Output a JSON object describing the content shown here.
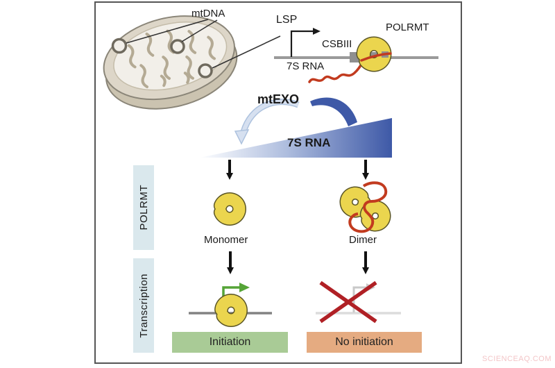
{
  "figure": {
    "mtdna_label": "mtDNA",
    "promoter": {
      "lsp": "LSP",
      "csbiii": "CSBIII",
      "polrmt": "POLRMT",
      "rna_7s": "7S RNA"
    },
    "gradient": {
      "mtexo": "mtEXO",
      "rna_7s": "7S RNA"
    },
    "states": {
      "monomer": "Monomer",
      "dimer": "Dimer"
    },
    "rows": {
      "polrmt": "POLRMT",
      "transcription": "Transcription"
    },
    "outcomes": {
      "initiation": "Initiation",
      "no_initiation": "No initiation"
    },
    "watermark": "SCIENCEAQ.COM",
    "colors": {
      "polrmt_yellow": "#EBD54E",
      "rna_red": "#C23B1F",
      "gradient_blue": "#3E59A7",
      "gradient_light": "#FDFEFF",
      "row_label_bg": "#DAE8ED",
      "initiation_bg": "#A9CB96",
      "no_initiation_bg": "#E5AB81",
      "inhibit_cross_red": "#B02025",
      "initiation_arrow_green": "#55A437",
      "dna_line_gray": "#9A9A9A",
      "mito_membrane": "#DDD6C8"
    }
  }
}
